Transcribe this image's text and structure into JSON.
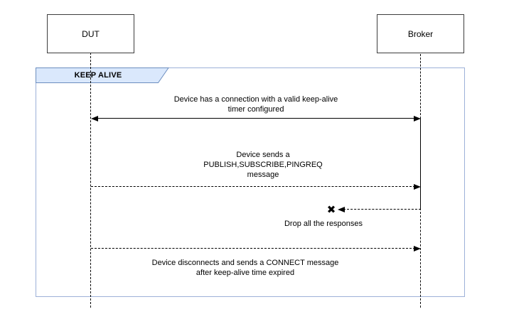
{
  "diagram": {
    "actors": [
      {
        "id": "dut",
        "label": "DUT"
      },
      {
        "id": "broker",
        "label": "Broker"
      }
    ],
    "frame": {
      "label": "KEEP ALIVE"
    },
    "messages": [
      {
        "style": "solid",
        "direction": "both",
        "lines": [
          "Device has a connection with a valid keep-alive",
          "timer configured"
        ]
      },
      {
        "style": "dashed",
        "direction": "right",
        "lines": [
          "Device sends a",
          "PUBLISH,SUBSCRIBE,PINGREQ",
          "message"
        ]
      },
      {
        "style": "dashed",
        "direction": "left",
        "lost": true,
        "lost_icon": "x-mark",
        "lines": [
          "Drop all the responses"
        ]
      },
      {
        "style": "dashed",
        "direction": "right",
        "lines": [
          "Device disconnects and sends a CONNECT message",
          "after keep-alive time expired"
        ]
      }
    ],
    "icons": {
      "lost_message_x": "✖"
    },
    "colors": {
      "frame_border": "#9db1d8",
      "frame_tab_fill": "#dae8fc",
      "frame_tab_border": "#6c8ebf",
      "actor_border": "#3d3d3d",
      "line": "#000000",
      "background": "#ffffff"
    }
  }
}
